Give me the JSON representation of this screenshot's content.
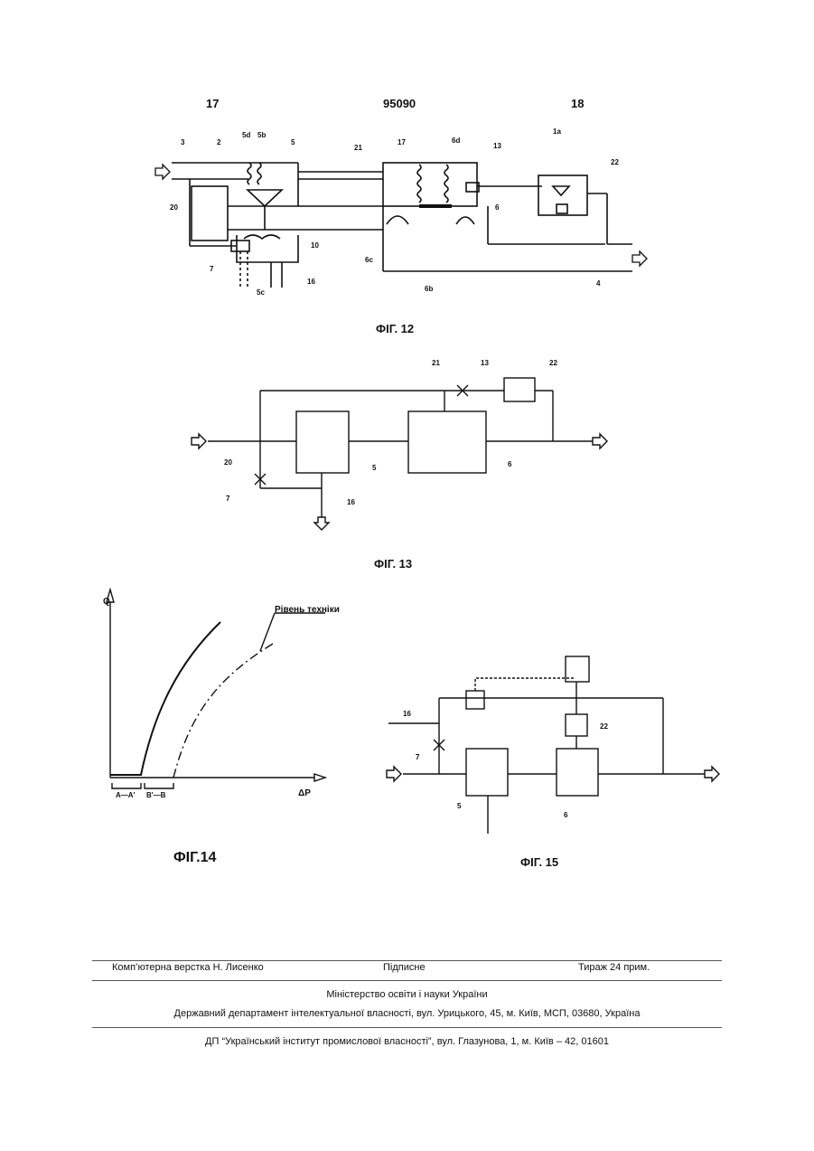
{
  "header": {
    "left_page": "17",
    "patent_number": "95090",
    "right_page": "18"
  },
  "fig12": {
    "caption": "ФІГ. 12",
    "labels": {
      "l3": "3",
      "l2": "2",
      "l5d": "5d",
      "l5b": "5b",
      "l5": "5",
      "l21": "21",
      "l17": "17",
      "l6d": "6d",
      "l13": "13",
      "l1a": "1a",
      "l22": "22",
      "l20": "20",
      "l6": "6",
      "l10": "10",
      "l7": "7",
      "l6c": "6c",
      "l4": "4",
      "l5c": "5c",
      "l16": "16",
      "l6b": "6b"
    }
  },
  "fig13": {
    "caption": "ФІГ. 13",
    "labels": {
      "l21": "21",
      "l13": "13",
      "l22": "22",
      "l20": "20",
      "l5": "5",
      "l6": "6",
      "l7": "7",
      "l16": "16"
    }
  },
  "fig14": {
    "caption": "ФІГ.14",
    "y_axis": "Q",
    "x_axis": "ΔP",
    "prior_art": "Рівень техніки",
    "range1": "A—A'",
    "range2": "B'—B"
  },
  "fig15": {
    "caption": "ФІГ. 15",
    "labels": {
      "l16": "16",
      "l22": "22",
      "l7": "7",
      "l5": "5",
      "l6": "6"
    }
  },
  "footer": {
    "layout": "Комп’ютерна верстка Н. Лисенко",
    "signed": "Підписне",
    "circulation": "Тираж 24 прим.",
    "ministry": "Міністерство освіти і науки України",
    "department": "Державний департамент інтелектуальної власності, вул. Урицького, 45, м. Київ, МСП, 03680, Україна",
    "institute": "ДП “Український інститут промислової власності”, вул. Глазунова, 1, м. Київ – 42, 01601"
  }
}
